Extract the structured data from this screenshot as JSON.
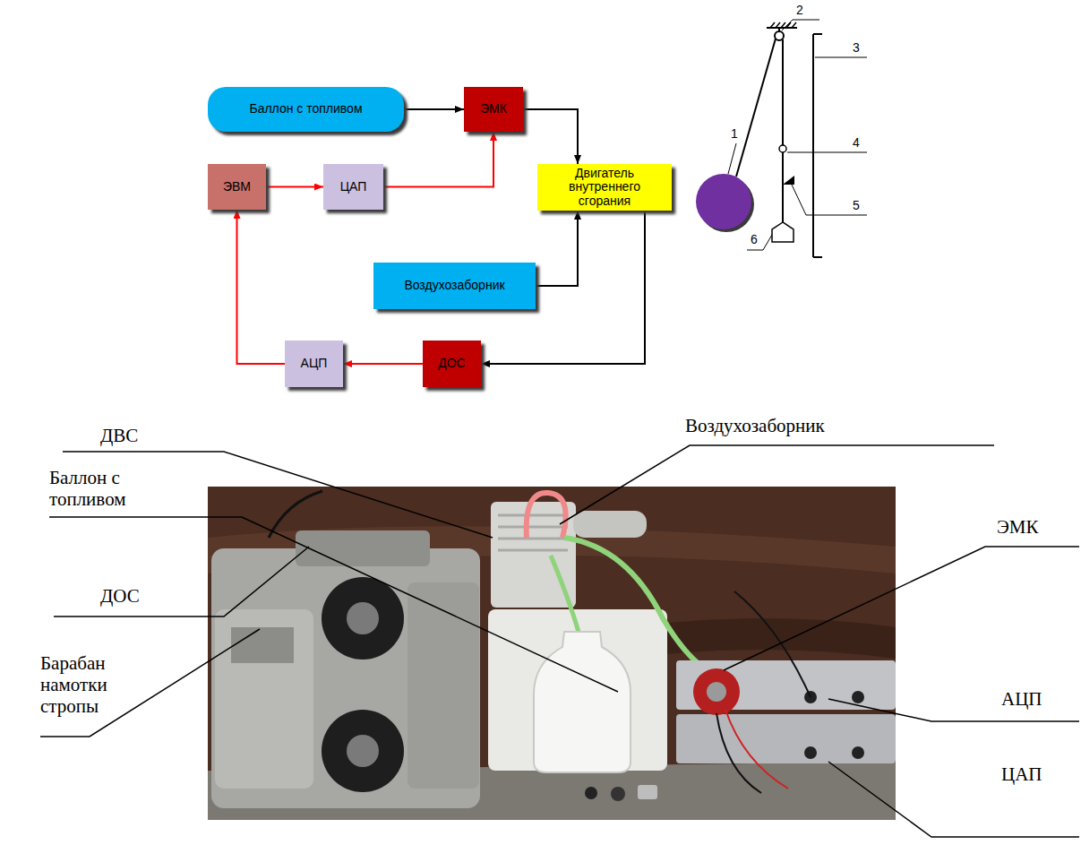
{
  "diagram": {
    "nodes": [
      {
        "text": [
          "Баллон с топливом"
        ]
      },
      {
        "text": [
          "ЭМК"
        ]
      },
      {
        "text": [
          "ЭВМ"
        ]
      },
      {
        "text": [
          "ЦАП"
        ]
      },
      {
        "text": [
          "Двигатель внутреннего сгорания"
        ]
      },
      {
        "text": [
          "Воздухозаборник"
        ]
      },
      {
        "text": [
          "АЦП"
        ]
      },
      {
        "text": [
          "ДОС"
        ]
      }
    ],
    "edges": [
      {
        "from": 0,
        "to": 1,
        "arrow": "to"
      },
      {
        "from": 1,
        "to": 4,
        "arrow": "to"
      },
      {
        "from": 2,
        "to": 3,
        "arrow": "to"
      },
      {
        "from": 3,
        "to": 1,
        "arrow": "to"
      },
      {
        "from": 5,
        "to": 4,
        "arrow": "to"
      },
      {
        "from": 4,
        "to": 7,
        "arrow": "to"
      },
      {
        "from": 7,
        "to": 6,
        "arrow": "to"
      },
      {
        "from": 6,
        "to": 2,
        "arrow": "to"
      }
    ],
    "labels": [
      "1",
      "2",
      "3",
      "4",
      "5",
      "6",
      "ДВС",
      "Воздухозаборник",
      "Баллон с топливом",
      "ЭМК",
      "ДОС",
      "Барабан намотки стропы",
      "АЦП",
      "ЦАП"
    ]
  }
}
